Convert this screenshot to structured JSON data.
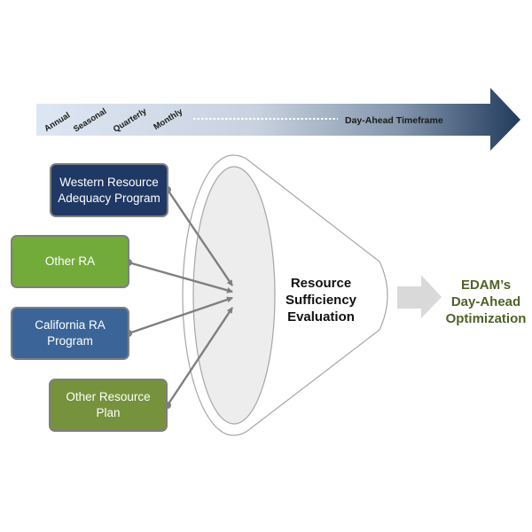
{
  "timeline": {
    "labels": [
      "Annual",
      "Seasonal",
      "Quarterly",
      "Monthly"
    ],
    "end_label": "Day-Ahead Timeframe",
    "gradient_start": "#dde7f3",
    "gradient_end": "#213a5c"
  },
  "inputs": [
    {
      "lines": [
        "Western Resource",
        "Adequacy Program"
      ],
      "color": "#1f3864"
    },
    {
      "lines": [
        "Other RA"
      ],
      "color": "#72ab3a"
    },
    {
      "lines": [
        "California RA",
        "Program"
      ],
      "color": "#3b6598"
    },
    {
      "lines": [
        "Other Resource",
        "Plan"
      ],
      "color": "#77923c"
    }
  ],
  "funnel": {
    "lines": [
      "Resource",
      "Sufficiency",
      "Evaluation"
    ],
    "inner_fill": "#ededed",
    "outline": "#a6a6a6"
  },
  "output": {
    "lines": [
      "EDAM’s",
      "Day-Ahead",
      "Optimization"
    ],
    "color": "#4f6228"
  },
  "connector_color": "#7f7f7f",
  "output_arrow_color": "#d9d9d9"
}
